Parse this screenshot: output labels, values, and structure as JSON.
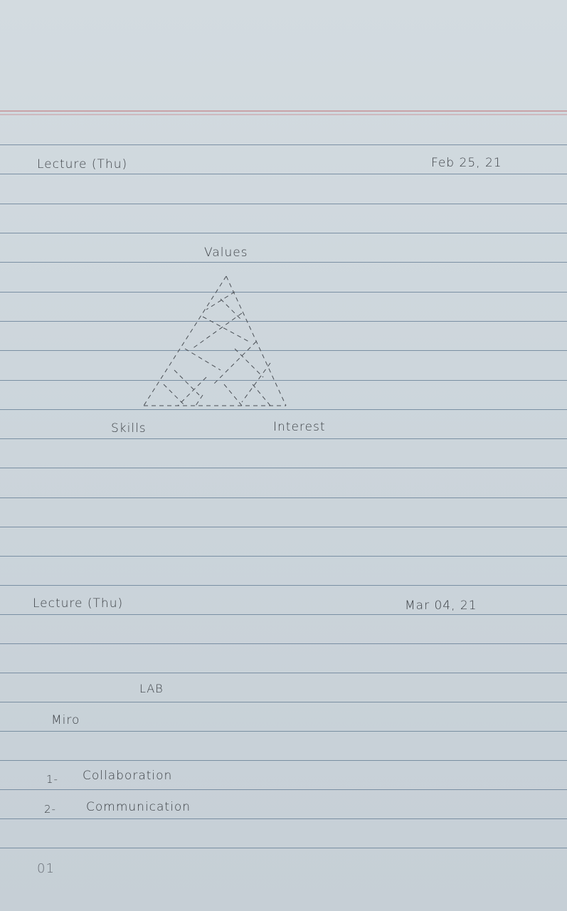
{
  "notes": {
    "entry1": {
      "heading": "Lecture (Thu)",
      "date": "Feb 25, 21",
      "diagram": {
        "top_label": "Values",
        "bottom_left_label": "Skills",
        "bottom_right_label": "Interest"
      }
    },
    "entry2": {
      "heading": "Lecture (Thu)",
      "date": "Mar 04, 21",
      "section_title": "LAB",
      "tool": "Miro",
      "items": [
        {
          "number": "1-",
          "text": "Collaboration"
        },
        {
          "number": "2-",
          "text": "Communication"
        }
      ]
    },
    "page_number": "01"
  },
  "colors": {
    "paper": "#cdd6dc",
    "rule": "#5f7890",
    "margin": "#c9a3a8",
    "ink": "#3c4045"
  }
}
